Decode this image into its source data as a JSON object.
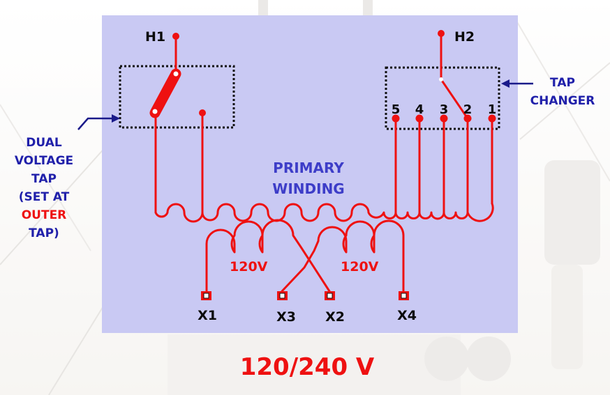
{
  "colors": {
    "panel": "#c9c9f3",
    "wire": "#ee1111",
    "label_dark": "#0a0a0a",
    "label_blue": "#2020aa",
    "label_purple": "#3d3dc8",
    "label_red": "#ee1111",
    "tap_box_border": "#111111"
  },
  "terminals": {
    "h1": "H1",
    "h2": "H2",
    "x1": "X1",
    "x2": "X2",
    "x3": "X3",
    "x4": "X4"
  },
  "tap_positions": [
    "5",
    "4",
    "3",
    "2",
    "1"
  ],
  "labels": {
    "tap_changer_line1": "TAP",
    "tap_changer_line2": "CHANGER",
    "dual_voltage_line1": "DUAL",
    "dual_voltage_line2": "VOLTAGE",
    "dual_voltage_line3": "TAP",
    "dual_voltage_line4": "(SET AT",
    "dual_voltage_line5": "OUTER",
    "dual_voltage_line6": "TAP)",
    "primary_line1": "PRIMARY",
    "primary_line2": "WINDING",
    "secondary_left_voltage": "120V",
    "secondary_right_voltage": "120V",
    "output_voltage": "120/240 V"
  }
}
